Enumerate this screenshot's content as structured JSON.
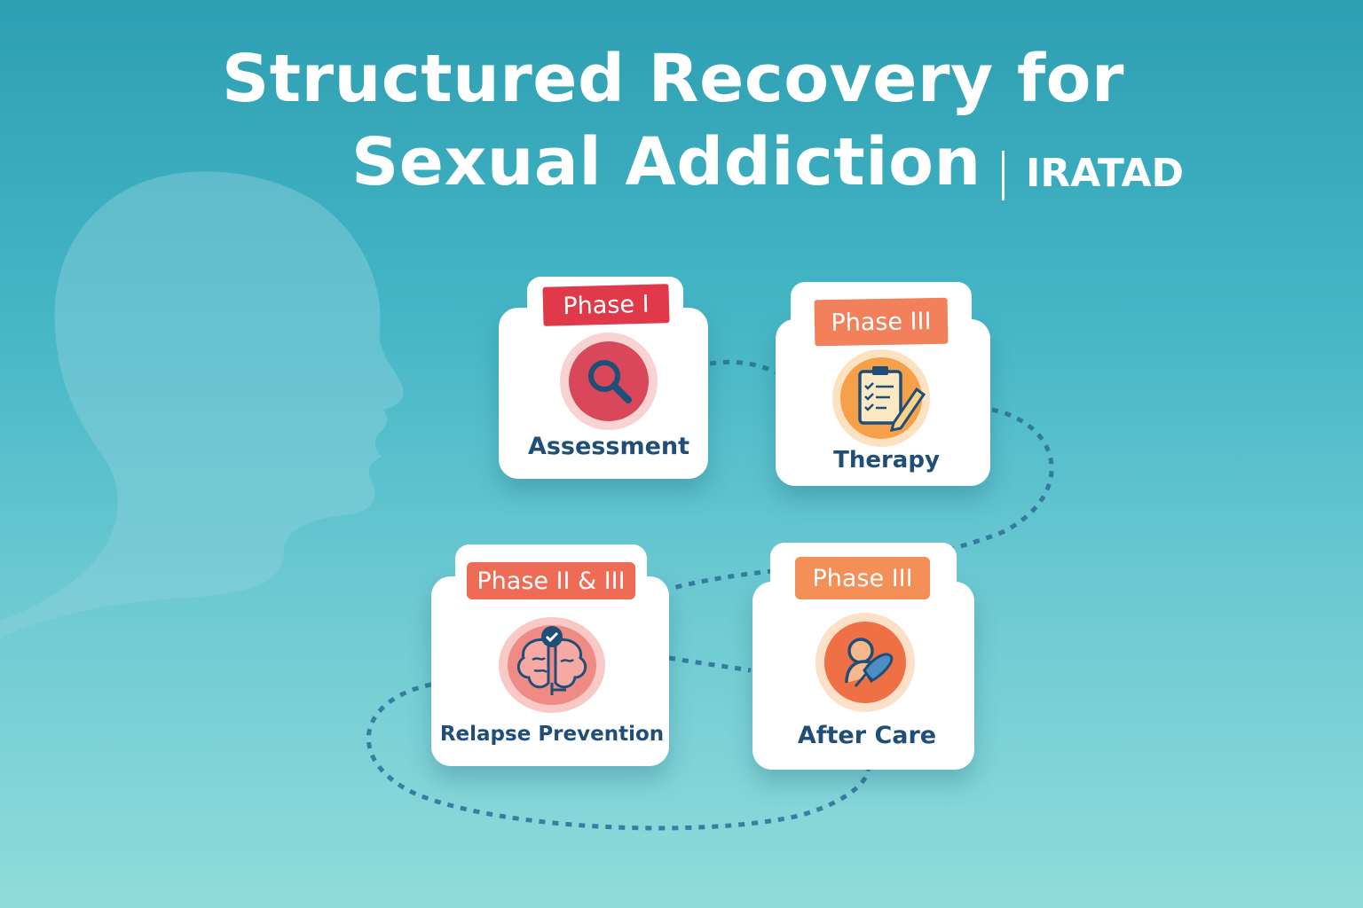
{
  "title": {
    "line1": "Structured Recovery for",
    "line2": "Sexual Addiction",
    "brand": "IRATAD"
  },
  "colors": {
    "background_top": "#2d9fb2",
    "background_bottom": "#8fdcdb",
    "label_text": "#1f4e79",
    "phase_red": "#e0394a",
    "phase_orange": "#f2805a",
    "path_dots": "#2a6f95"
  },
  "cards": [
    {
      "phase": "Phase I",
      "label": "Assessment",
      "icon": "magnifier-icon"
    },
    {
      "phase": "Phase III",
      "label": "Therapy",
      "icon": "clipboard-icon"
    },
    {
      "phase": "Phase II & III",
      "label": "Relapse Prevention",
      "icon": "brain-check-icon"
    },
    {
      "phase": "Phase III",
      "label": "After Care",
      "icon": "support-person-icon"
    }
  ],
  "decor": {
    "silhouette": "head-silhouette",
    "path": "dotted-journey-path"
  }
}
